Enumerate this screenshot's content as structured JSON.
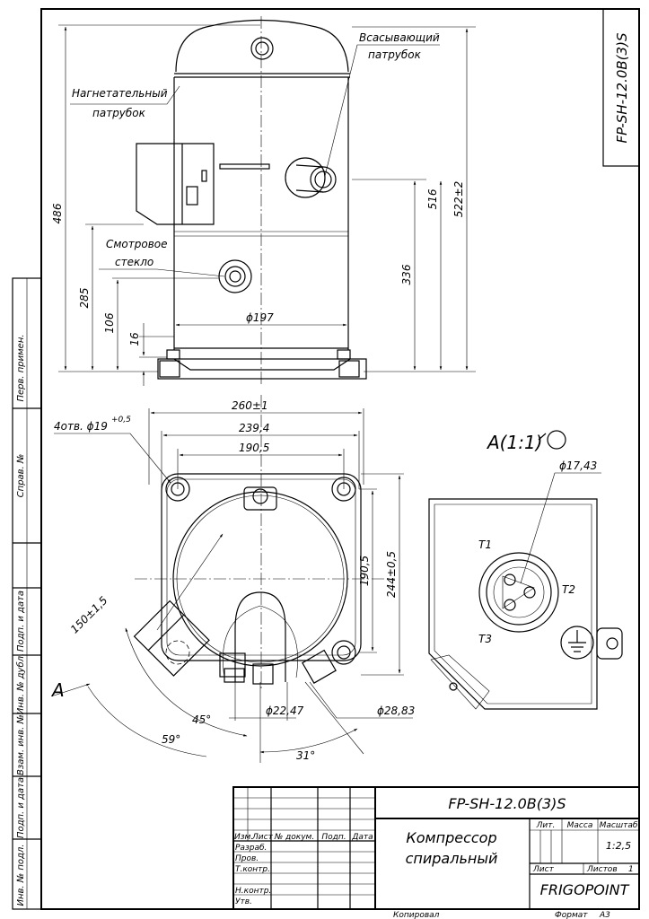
{
  "title_block": {
    "designation": "FP-SH-12.0B(3)S",
    "designation_rotated": "FP-SH-12.0B(3)S",
    "name_line1": "Компрессор",
    "name_line2": "спиральный",
    "company": "FRIGOPOINT",
    "col_lit": "Лит.",
    "col_mass": "Масса",
    "col_scale": "Масштаб",
    "scale": "1:2,5",
    "sheet_label": "Лист",
    "sheets_label": "Листов",
    "sheets_value": "1",
    "row_change": "Изм.",
    "row_list": "Лист",
    "col_doc": "№ докум.",
    "col_sign": "Подп.",
    "col_date": "Дата",
    "role_developed": "Разраб.",
    "role_checked": "Пров.",
    "role_tcontrol": "Т.контр.",
    "role_ncontrol": "Н.контр.",
    "role_approved": "Утв.",
    "copied": "Копировал",
    "format_label": "Формат",
    "format_value": "А3"
  },
  "side_stamps": {
    "perv_primen": "Перв. примен.",
    "sprav_no": "Справ. №",
    "podp_data_1": "Подп. и дата",
    "inv_dubl": "Инв. № дубл.",
    "vzam_inv": "Взам. инв. №",
    "podp_data_2": "Подп. и дата",
    "inv_podl": "Инв. № подл."
  },
  "front_view": {
    "label_suction_1": "Всасывающий",
    "label_suction_2": "патрубок",
    "label_discharge_1": "Нагнетательный",
    "label_discharge_2": "патрубок",
    "label_glass_1": "Смотровое",
    "label_glass_2": "стекло",
    "dim_486": "486",
    "dim_285": "285",
    "dim_106": "106",
    "dim_16": "16",
    "dim_516": "516",
    "dim_522": "522±2",
    "dim_336": "336",
    "dim_197": "ϕ197"
  },
  "top_view": {
    "dim_260": "260±1",
    "dim_239": "239,4",
    "dim_190h": "190,5",
    "dim_holes": "4отв. ϕ19",
    "dim_holes_tol": "+0,5",
    "dim_190v": "190,5",
    "dim_244": "244±0,5",
    "dim_150": "150±1,5",
    "view_a": "A",
    "dim_45": "45°",
    "dim_59": "59°",
    "dim_31": "31°",
    "dim_22": "ϕ22,47",
    "dim_28": "ϕ28,83"
  },
  "detail_view": {
    "title": "A(1:1)",
    "dim_17": "ϕ17,43",
    "t1": "T1",
    "t2": "T2",
    "t3": "T3"
  }
}
